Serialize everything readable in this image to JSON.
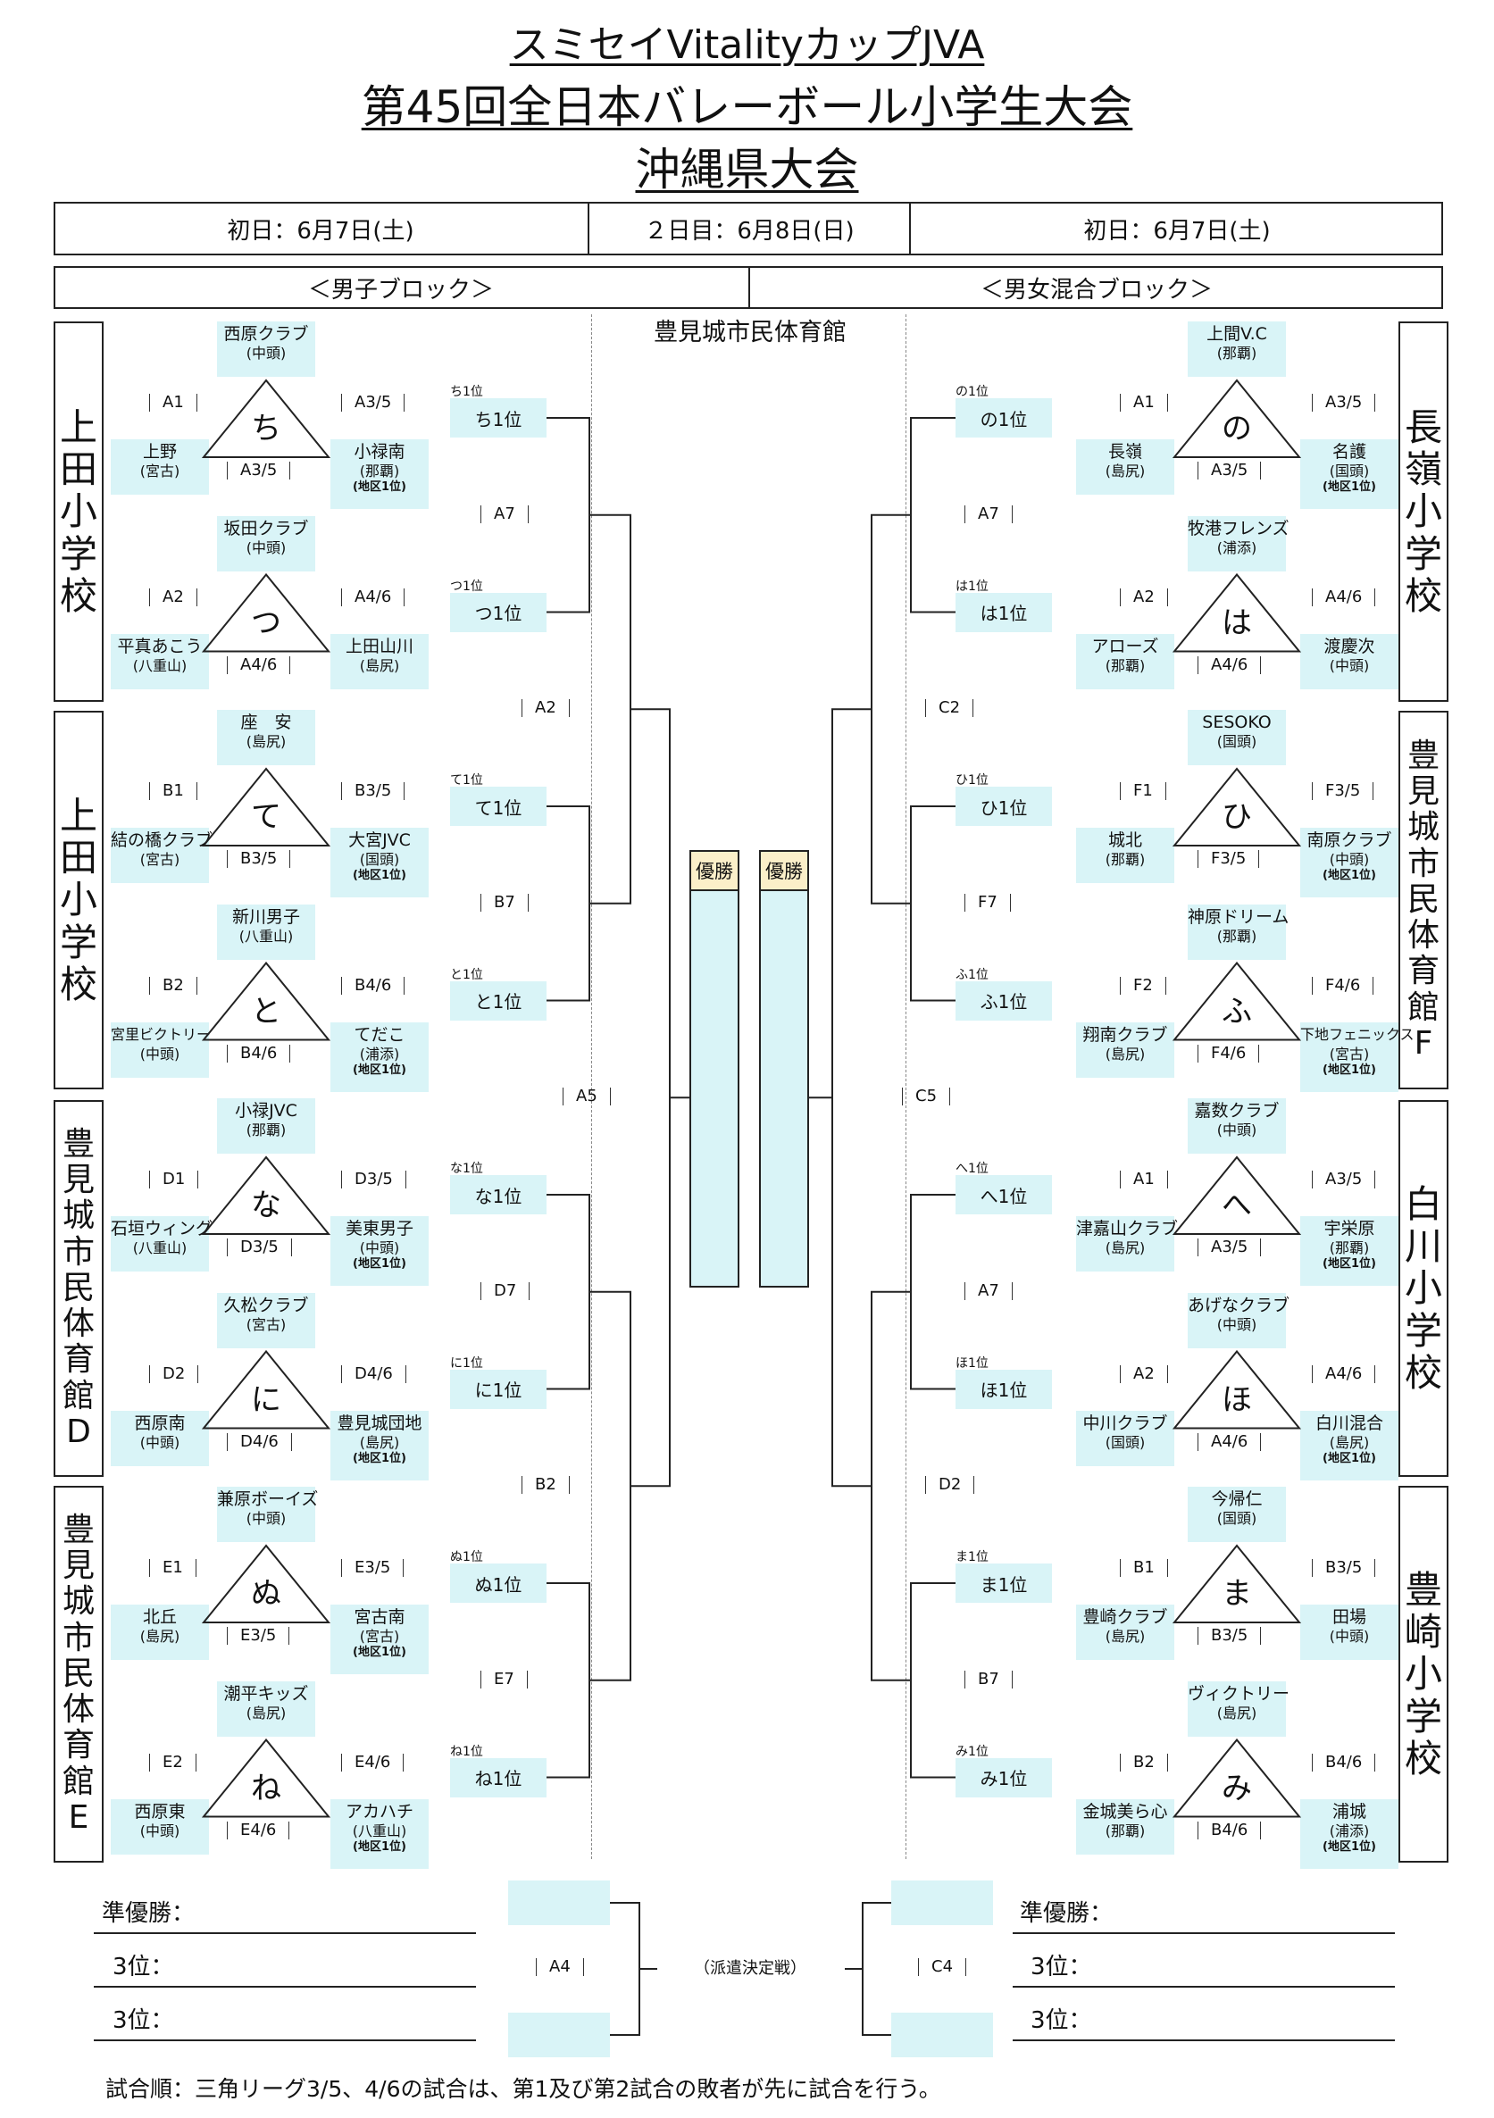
{
  "header": {
    "title1": "スミセイVitalityカップJVA",
    "title2": "第45回全日本バレーボール小学生大会",
    "title3": "沖縄県大会"
  },
  "dates": {
    "left": "初日：6月7日(土)",
    "center": "２日目：6月8日(日)",
    "right": "初日：6月7日(土)"
  },
  "blocks": {
    "left": "＜男子ブロック＞",
    "right": "＜男女混合ブロック＞"
  },
  "center_venue": "豊見城市民体育館",
  "venues_left": [
    "上田小学校",
    "上田小学校",
    "豊見城市民体育館D",
    "豊見城市民体育館E"
  ],
  "venues_right": [
    "長嶺小学校",
    "豊見城市民体育館F",
    "白川小学校",
    "豊崎小学校"
  ],
  "groups_left": [
    {
      "kana": "ち",
      "top": {
        "name": "西原クラブ",
        "region": "(中頭)"
      },
      "bl": {
        "name": "上野",
        "region": "(宮古)"
      },
      "br": {
        "name": "小禄南",
        "region": "(那覇)",
        "winner": "(地区1位)"
      },
      "l1": "A1",
      "l2": "A3/5",
      "l3": "A3/5",
      "rank_small": "ち1位",
      "rank": "ち1位"
    },
    {
      "kana": "つ",
      "top": {
        "name": "坂田クラブ",
        "region": "(中頭)"
      },
      "bl": {
        "name": "平真あこう",
        "region": "(八重山)"
      },
      "br": {
        "name": "上田山川",
        "region": "(島尻)"
      },
      "l1": "A2",
      "l2": "A4/6",
      "l3": "A4/6",
      "rank_small": "つ1位",
      "rank": "つ1位"
    },
    {
      "kana": "て",
      "top": {
        "name": "座　安",
        "region": "(島尻)"
      },
      "bl": {
        "name": "結の橋クラブ",
        "region": "(宮古)"
      },
      "br": {
        "name": "大宮JVC",
        "region": "(国頭)",
        "winner": "(地区1位)"
      },
      "l1": "B1",
      "l2": "B3/5",
      "l3": "B3/5",
      "rank_small": "て1位",
      "rank": "て1位"
    },
    {
      "kana": "と",
      "top": {
        "name": "新川男子",
        "region": "(八重山)"
      },
      "bl": {
        "name": "宮里ビクトリー",
        "region": "(中頭)"
      },
      "br": {
        "name": "てだこ",
        "region": "(浦添)",
        "winner": "(地区1位)"
      },
      "l1": "B2",
      "l2": "B4/6",
      "l3": "B4/6",
      "rank_small": "と1位",
      "rank": "と1位"
    },
    {
      "kana": "な",
      "top": {
        "name": "小禄JVC",
        "region": "(那覇)"
      },
      "bl": {
        "name": "石垣ウィング",
        "region": "(八重山)"
      },
      "br": {
        "name": "美東男子",
        "region": "(中頭)",
        "winner": "(地区1位)"
      },
      "l1": "D1",
      "l2": "D3/5",
      "l3": "D3/5",
      "rank_small": "な1位",
      "rank": "な1位"
    },
    {
      "kana": "に",
      "top": {
        "name": "久松クラブ",
        "region": "(宮古)"
      },
      "bl": {
        "name": "西原南",
        "region": "(中頭)"
      },
      "br": {
        "name": "豊見城団地",
        "region": "(島尻)",
        "winner": "(地区1位)"
      },
      "l1": "D2",
      "l2": "D4/6",
      "l3": "D4/6",
      "rank_small": "に1位",
      "rank": "に1位"
    },
    {
      "kana": "ぬ",
      "top": {
        "name": "兼原ボーイズ",
        "region": "(中頭)"
      },
      "bl": {
        "name": "北丘",
        "region": "(島尻)"
      },
      "br": {
        "name": "宮古南",
        "region": "(宮古)",
        "winner": "(地区1位)"
      },
      "l1": "E1",
      "l2": "E3/5",
      "l3": "E3/5",
      "rank_small": "ぬ1位",
      "rank": "ぬ1位"
    },
    {
      "kana": "ね",
      "top": {
        "name": "潮平キッズ",
        "region": "(島尻)"
      },
      "bl": {
        "name": "西原東",
        "region": "(中頭)"
      },
      "br": {
        "name": "アカハチ",
        "region": "(八重山)",
        "winner": "(地区1位)"
      },
      "l1": "E2",
      "l2": "E4/6",
      "l3": "E4/6",
      "rank_small": "ね1位",
      "rank": "ね1位"
    }
  ],
  "groups_right": [
    {
      "kana": "の",
      "top": {
        "name": "上間V.C",
        "region": "(那覇)"
      },
      "bl": {
        "name": "長嶺",
        "region": "(島尻)"
      },
      "br": {
        "name": "名護",
        "region": "(国頭)",
        "winner": "(地区1位)"
      },
      "l1": "A1",
      "l2": "A3/5",
      "l3": "A3/5",
      "rank_small": "の1位",
      "rank": "の1位"
    },
    {
      "kana": "は",
      "top": {
        "name": "牧港フレンズ",
        "region": "(浦添)"
      },
      "bl": {
        "name": "アローズ",
        "region": "(那覇)"
      },
      "br": {
        "name": "渡慶次",
        "region": "(中頭)"
      },
      "l1": "A2",
      "l2": "A4/6",
      "l3": "A4/6",
      "rank_small": "は1位",
      "rank": "は1位"
    },
    {
      "kana": "ひ",
      "top": {
        "name": "SESOKO",
        "region": "(国頭)"
      },
      "bl": {
        "name": "城北",
        "region": "(那覇)"
      },
      "br": {
        "name": "南原クラブ",
        "region": "(中頭)",
        "winner": "(地区1位)"
      },
      "l1": "F1",
      "l2": "F3/5",
      "l3": "F3/5",
      "rank_small": "ひ1位",
      "rank": "ひ1位"
    },
    {
      "kana": "ふ",
      "top": {
        "name": "神原ドリーム",
        "region": "(那覇)"
      },
      "bl": {
        "name": "翔南クラブ",
        "region": "(島尻)"
      },
      "br": {
        "name": "下地フェニックス",
        "region": "(宮古)",
        "winner": "(地区1位)"
      },
      "l1": "F2",
      "l2": "F4/6",
      "l3": "F4/6",
      "rank_small": "ふ1位",
      "rank": "ふ1位"
    },
    {
      "kana": "へ",
      "top": {
        "name": "嘉数クラブ",
        "region": "(中頭)"
      },
      "bl": {
        "name": "津嘉山クラブ",
        "region": "(島尻)"
      },
      "br": {
        "name": "宇栄原",
        "region": "(那覇)",
        "winner": "(地区1位)"
      },
      "l1": "A1",
      "l2": "A3/5",
      "l3": "A3/5",
      "rank_small": "へ1位",
      "rank": "へ1位"
    },
    {
      "kana": "ほ",
      "top": {
        "name": "あげなクラブ",
        "region": "(中頭)"
      },
      "bl": {
        "name": "中川クラブ",
        "region": "(国頭)"
      },
      "br": {
        "name": "白川混合",
        "region": "(島尻)",
        "winner": "(地区1位)"
      },
      "l1": "A2",
      "l2": "A4/6",
      "l3": "A4/6",
      "rank_small": "ほ1位",
      "rank": "ほ1位"
    },
    {
      "kana": "ま",
      "top": {
        "name": "今帰仁",
        "region": "(国頭)"
      },
      "bl": {
        "name": "豊崎クラブ",
        "region": "(島尻)"
      },
      "br": {
        "name": "田場",
        "region": "(中頭)"
      },
      "l1": "B1",
      "l2": "B3/5",
      "l3": "B3/5",
      "rank_small": "ま1位",
      "rank": "ま1位"
    },
    {
      "kana": "み",
      "top": {
        "name": "ヴィクトリー",
        "region": "(島尻)"
      },
      "bl": {
        "name": "金城美ら心",
        "region": "(那覇)"
      },
      "br": {
        "name": "浦城",
        "region": "(浦添)",
        "winner": "(地区1位)"
      },
      "l1": "B2",
      "l2": "B4/6",
      "l3": "B4/6",
      "rank_small": "み1位",
      "rank": "み1位"
    }
  ],
  "bracket_left": {
    "r1": [
      "A7",
      "B7",
      "D7",
      "E7"
    ],
    "r2": [
      "A2",
      "B2"
    ],
    "final": "A5"
  },
  "bracket_right": {
    "r1": [
      "A7",
      "F7",
      "A7",
      "B7"
    ],
    "r2": [
      "C2",
      "D2"
    ],
    "final": "C5"
  },
  "champion": [
    "優勝",
    "優勝"
  ],
  "results_left": {
    "runner_up": "準優勝：",
    "third1": "3位：",
    "third2": "3位："
  },
  "results_right": {
    "runner_up": "準優勝：",
    "third1": "3位：",
    "third2": "3位："
  },
  "playoff": {
    "left": "A4",
    "center": "（派遣決定戦）",
    "right": "C4"
  },
  "footer": "試合順：三角リーグ3/5、4/6の試合は、第1及び第2試合の敗者が先に試合を行う。",
  "colors": {
    "team_bg": "#d9f4f7",
    "champ_header": "#fbefc9"
  }
}
